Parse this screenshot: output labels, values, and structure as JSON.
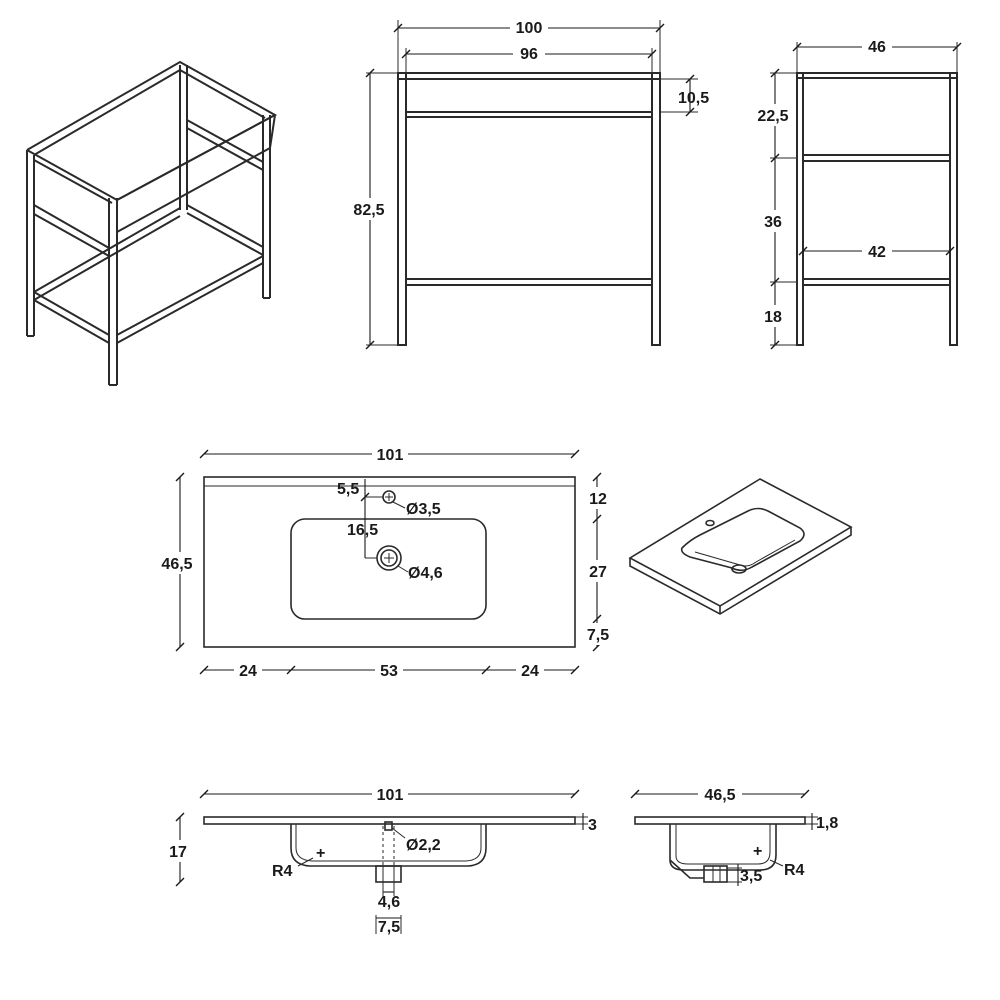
{
  "front_view": {
    "overall_width": "100",
    "inner_width": "96",
    "top_rail": "10,5",
    "height": "82,5"
  },
  "side_view": {
    "depth": "46",
    "upper": "22,5",
    "middle": "36",
    "lower": "18",
    "inner_depth": "42"
  },
  "top_view": {
    "width": "101",
    "depth": "46,5",
    "tap_offset": "5,5",
    "tap_to_drain": "16,5",
    "tap_hole": "Ø3,5",
    "drain_hole": "Ø4,6",
    "edge_back": "12",
    "bowl_depth": "27",
    "edge_front": "7,5",
    "side_left": "24",
    "bowl_width": "53",
    "side_right": "24"
  },
  "section_front": {
    "width": "101",
    "height": "17",
    "thickness": "3",
    "overflow_hole": "Ø2,2",
    "radius": "R4",
    "drain_width": "4,6",
    "drain_outer": "7,5"
  },
  "section_side": {
    "depth": "46,5",
    "thickness": "1,8",
    "drain_height": "3,5",
    "radius": "R4"
  }
}
